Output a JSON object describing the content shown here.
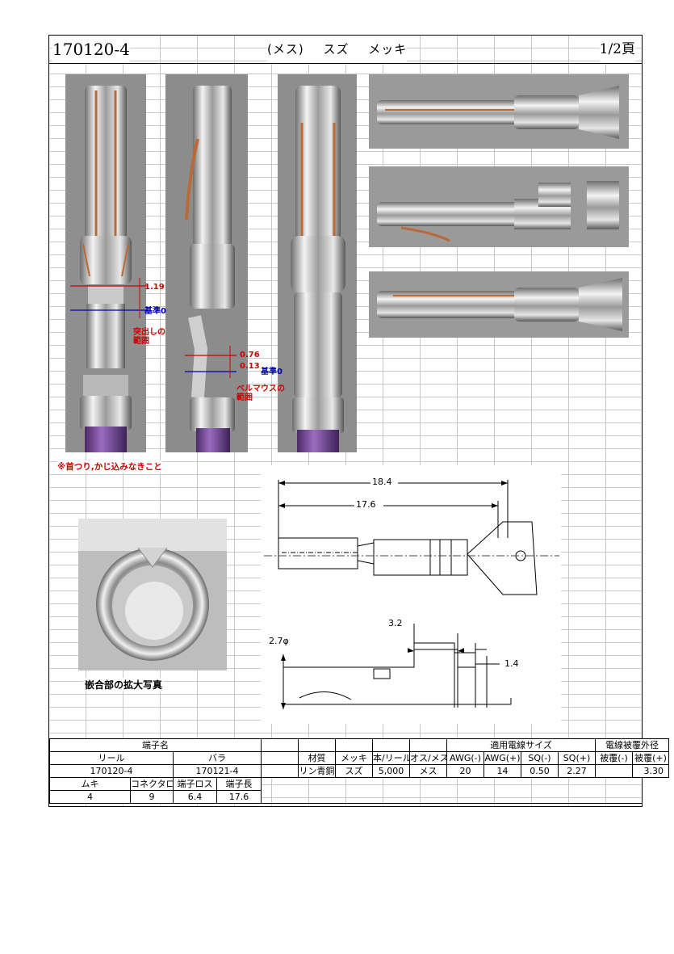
{
  "header": {
    "part_number": "170120-4",
    "gender": "(メス)",
    "plating_title": "スズ メッキ",
    "page": "1/2頁"
  },
  "photo_annotations": {
    "protrusion_dim": "1.19",
    "datum_a": "基準0",
    "protrusion_range": [
      "突出しの",
      "範囲"
    ],
    "bellmouth_max": "0.76",
    "bellmouth_min": "0.13",
    "datum_b": "基準0",
    "bellmouth_range": [
      "ベルマウスの",
      "範囲"
    ]
  },
  "crimp_note": "※首つり,かじ込みなきこと",
  "mating_caption": "嵌合部の拡大写真",
  "drawing_dims": {
    "overall_length": "18.4",
    "terminal_length": "17.6",
    "diameter": "2.7φ",
    "crimp_width": "3.2",
    "gap": "1.4"
  },
  "colors": {
    "wire_purple": "#7a4a9c",
    "annotation_red": "#d00000",
    "annotation_blue": "#0000b0"
  },
  "spec_table": {
    "group_terminal": "端子名",
    "group_wire_size": "適用電線サイズ",
    "group_insulation": "電線被覆外径",
    "col_reel": "リール",
    "col_loose": "バラ",
    "col_material": "材質",
    "col_plating": "メッキ",
    "col_qty": "本/リール",
    "col_gender": "オス/メス",
    "col_awg_min": "AWG(-)",
    "col_awg_max": "AWG(+)",
    "col_sq_min": "SQ(-)",
    "col_sq_max": "SQ(+)",
    "col_ins_min": "被覆(-)",
    "col_ins_max": "被覆(+)",
    "reel": "170120-4",
    "loose": "170121-4",
    "material": "リン青銅",
    "plating": "スズ",
    "qty": "5,000",
    "gender": "メス",
    "awg_min": "20",
    "awg_max": "14",
    "sq_min": "0.50",
    "sq_max": "2.27",
    "ins_min": "",
    "ins_max": "3.30",
    "col_strip": "ムキ",
    "col_connector": "コネクタロス",
    "col_term_loss": "端子ロス",
    "col_term_len": "端子長",
    "strip": "4",
    "connector": "9",
    "term_loss": "6.4",
    "term_len": "17.6"
  }
}
